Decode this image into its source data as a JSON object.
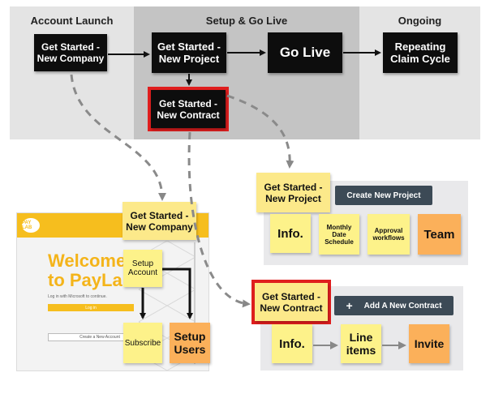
{
  "bands": {
    "account_launch": "Account Launch",
    "setup_go_live": "Setup & Go Live",
    "ongoing": "Ongoing"
  },
  "flow": {
    "new_company": "Get Started - New Company",
    "new_project": "Get Started - New Project",
    "go_live": "Go Live",
    "repeating": "Repeating Claim Cycle",
    "new_contract": "Get Started - New Contract"
  },
  "paylab": {
    "logo": "PAY LAB",
    "welcome_line1": "Welcome",
    "welcome_line2": "to PayLab.",
    "login_hint": "Log in with Microsoft to continue.",
    "login_button": "Log in",
    "create_button": "Create a New Account",
    "sticky_title": "Get Started - New Company",
    "setup_account": "Setup Account",
    "subscribe": "Subscribe",
    "setup_users": "Setup Users"
  },
  "project_panel": {
    "sticky_title": "Get Started - New Project",
    "button": "Create New Project",
    "info": "Info.",
    "monthly": "Monthly Date Schedule",
    "approval": "Approval workflows",
    "team": "Team"
  },
  "contract_panel": {
    "sticky_title": "Get Started - New Contract",
    "button_icon": "+",
    "button": "Add A New Contract",
    "info": "Info.",
    "line_items": "Line items",
    "invite": "Invite"
  },
  "colors": {
    "band_light": "#e4e4e4",
    "band_mid": "#c4c4c4",
    "highlight_red": "#e01e1e",
    "paylab_yellow": "#f6be1e"
  }
}
